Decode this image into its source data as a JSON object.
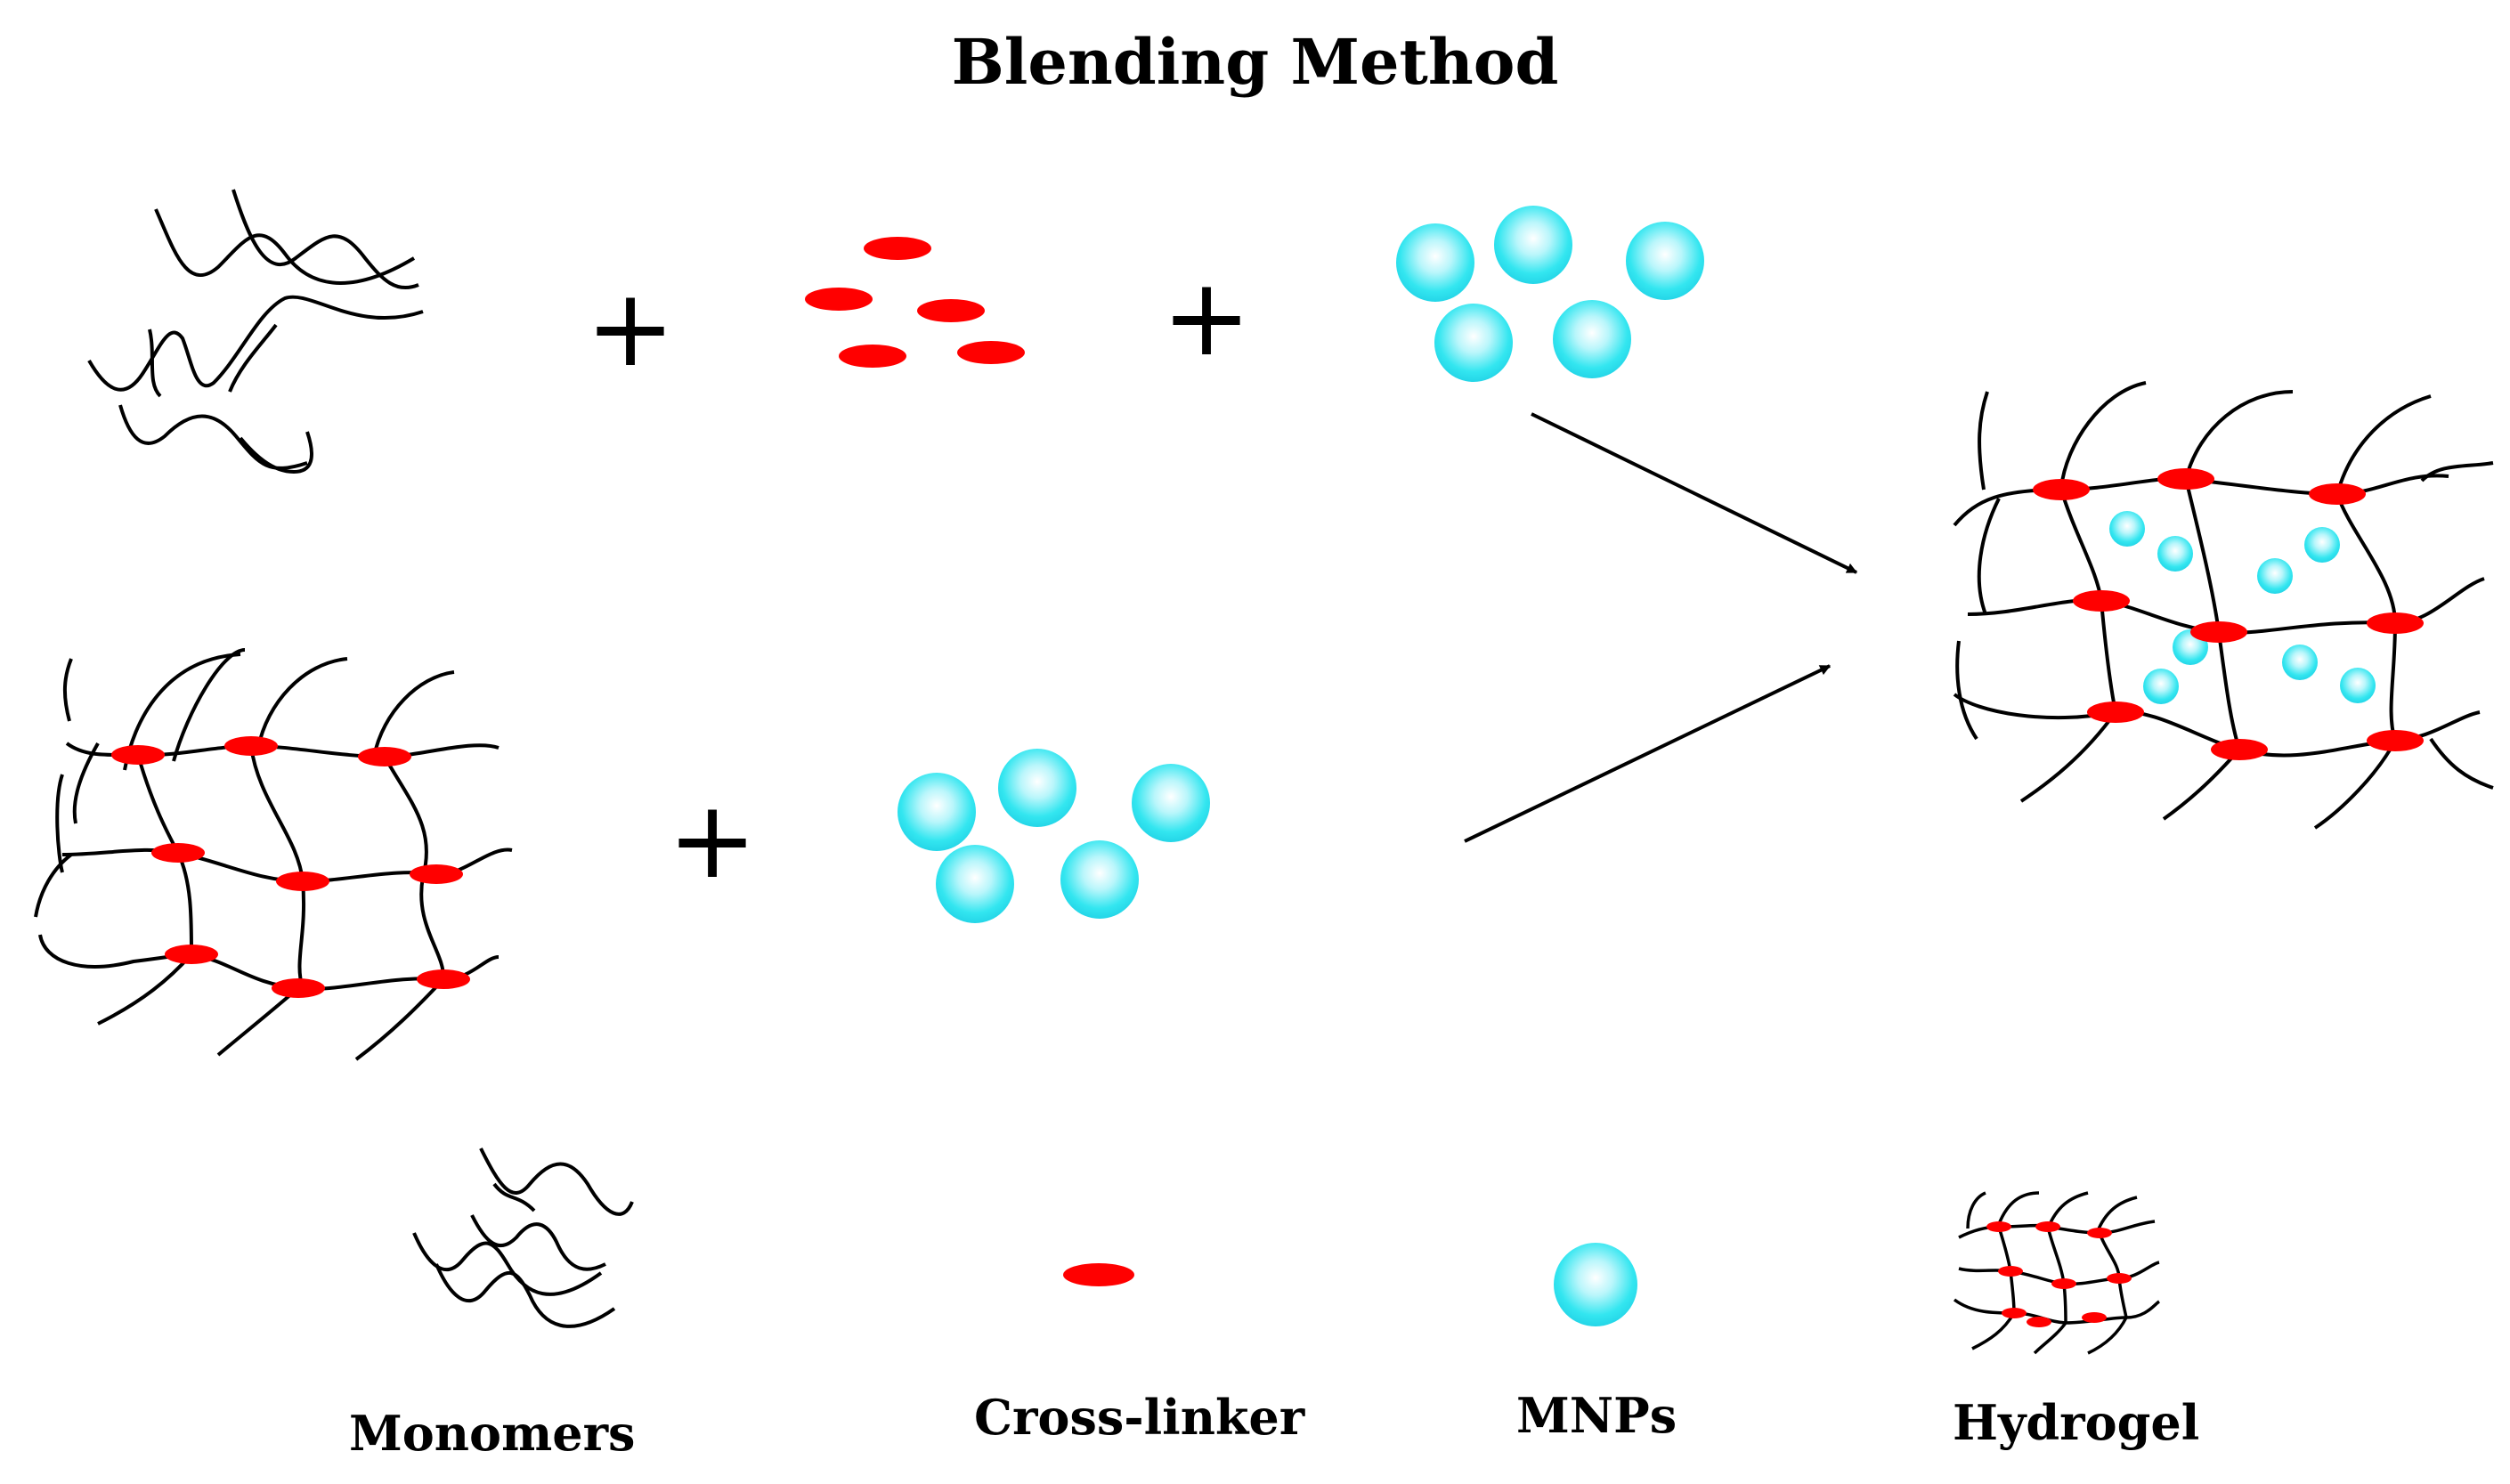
{
  "title": "Blending Method",
  "legend": {
    "monomers": "Monomers",
    "crosslinker": "Cross-linker",
    "mnps": "MNPs",
    "hydrogel": "Hydrogel"
  },
  "operators": {
    "plus": "+"
  },
  "colors": {
    "crosslinker": "#ff0000",
    "mnp": "#33e6f0",
    "mnp_highlight": "#ffffff",
    "chain": "#000000",
    "background": "#ffffff"
  },
  "icons": {
    "monomer": "wavy-chain-icon",
    "crosslinker": "red-oval-icon",
    "mnp": "cyan-sphere-icon",
    "hydrogel": "crosslinked-network-icon",
    "arrow": "arrow-icon"
  }
}
